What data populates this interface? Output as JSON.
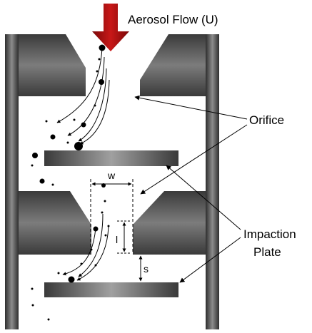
{
  "labels": {
    "aerosol_flow": "Aerosol Flow (U)",
    "orifice": "Orifice",
    "impaction_line1": "Impaction",
    "impaction_line2": "Plate",
    "w": "w",
    "l": "l",
    "s": "s"
  },
  "colors": {
    "flow_arrow": "#b01010",
    "metal_dark": "#3a3a3a",
    "metal_light": "#9a9a9a",
    "particle": "#000000",
    "line": "#000000"
  }
}
